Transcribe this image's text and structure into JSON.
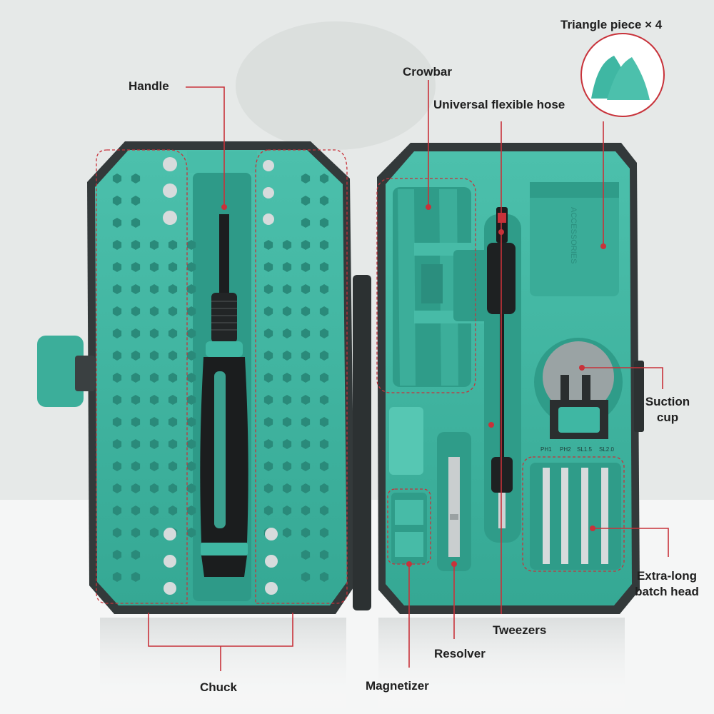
{
  "labels": {
    "handle": "Handle",
    "crowbar": "Crowbar",
    "universal_hose": "Universal flexible hose",
    "triangle": "Triangle piece × 4",
    "suction_1": "Suction",
    "suction_2": "cup",
    "extralong_1": "Extra-long",
    "extralong_2": "batch head",
    "tweezers": "Tweezers",
    "resolver": "Resolver",
    "magnetizer": "Magnetizer",
    "chuck": "Chuck"
  },
  "box_text": {
    "accessories": "ACCESSORIES",
    "bit_ph1": "PH1",
    "bit_ph2": "PH2",
    "bit_sl15": "SL1.5",
    "bit_sl20": "SL2.0"
  },
  "colors": {
    "teal": "#3fb7a3",
    "teal_dark": "#2e9886",
    "teal_light": "#56c7b3",
    "case": "#3c4142",
    "callout": "#c8323a",
    "handle": "#1b1d1e"
  },
  "icons": [
    "pin-icon",
    "socket-bit-icon"
  ]
}
